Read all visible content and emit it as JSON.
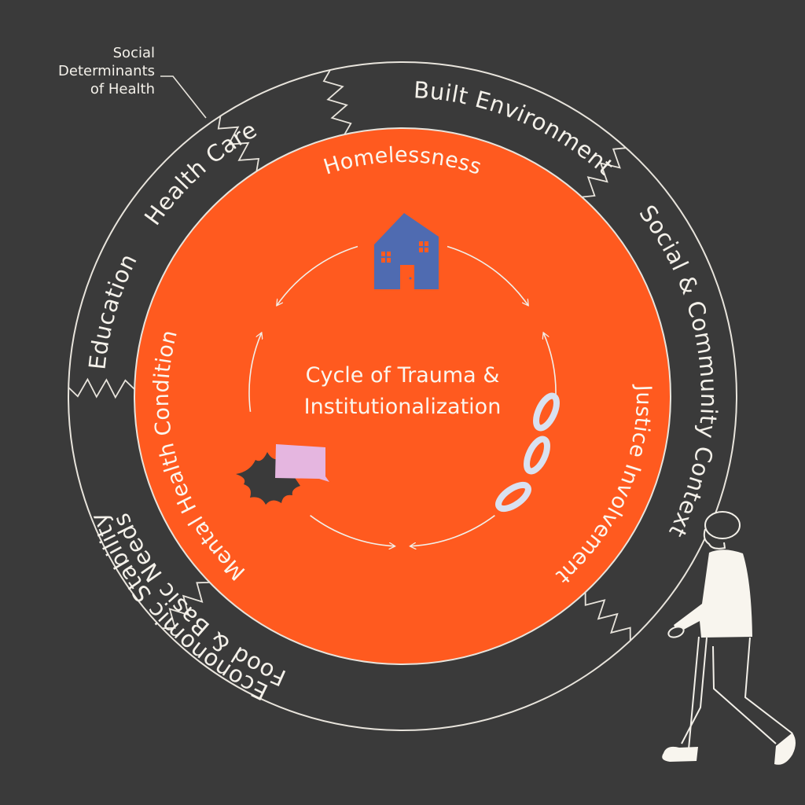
{
  "title_label": {
    "lines": [
      "Social",
      "Determinants",
      "of Health"
    ]
  },
  "outer_ring": {
    "segments": [
      {
        "id": "health-care",
        "label": "Health Care"
      },
      {
        "id": "built-environment",
        "label": "Built Environment"
      },
      {
        "id": "social-community",
        "label": "Social & Community Context"
      },
      {
        "id": "economic-stability",
        "label": "Econonomic Stability"
      },
      {
        "id": "food-basic-needs",
        "label": "Food & Basic Needs"
      },
      {
        "id": "education",
        "label": "Education"
      }
    ]
  },
  "inner_circle": {
    "center_lines": [
      "Cycle of Trauma &",
      "Institutionalization"
    ],
    "nodes": [
      {
        "id": "homelessness",
        "label": "Homelessness",
        "icon": "house-icon"
      },
      {
        "id": "justice",
        "label": "Justice Involvement",
        "icon": "chain-icon"
      },
      {
        "id": "mental-health",
        "label": "Mental Health Condition",
        "icon": "speech-burst-icon"
      }
    ]
  },
  "colors": {
    "background": "#3a3a3a",
    "inner_circle": "#ff5a1f",
    "house": "#4f6bb1",
    "chain": "#d9e1f0",
    "speech_bubble": "#e5b6e0",
    "burst": "#3a3a3a",
    "line": "#f2efe8"
  }
}
